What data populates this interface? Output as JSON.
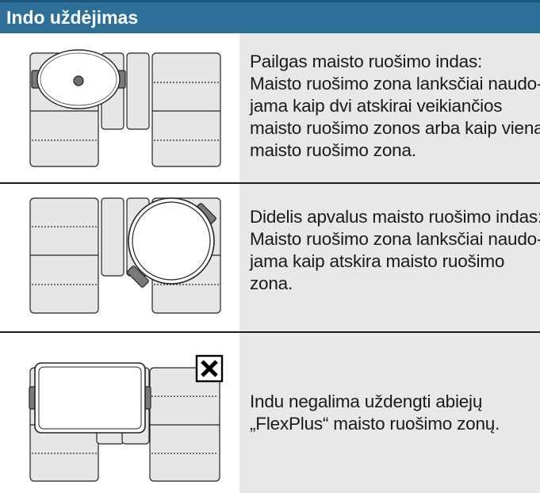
{
  "header": {
    "title": "Indo uždėjimas"
  },
  "rows": [
    {
      "lines": [
        "Pailgas maisto ruošimo indas:",
        "Maisto ruošimo zona lanksčiai naudo-",
        "jama kaip dvi atskirai veikiančios",
        "maisto ruošimo zonos arba kaip viena",
        "maisto ruošimo zona."
      ]
    },
    {
      "lines": [
        "Didelis apvalus maisto ruošimo indas:",
        "Maisto ruošimo zona lanksčiai naudo-",
        "jama kaip atskira maisto ruošimo",
        "zona."
      ]
    },
    {
      "lines": [
        "Indu negalima uždengti abiejų",
        "„FlexPlus“ maisto ruošimo zonų."
      ],
      "marker_icon": "cross-box-icon"
    }
  ],
  "colors": {
    "header_bg": "#2e6f9a",
    "text_cell_bg": "#e8e8e8"
  }
}
